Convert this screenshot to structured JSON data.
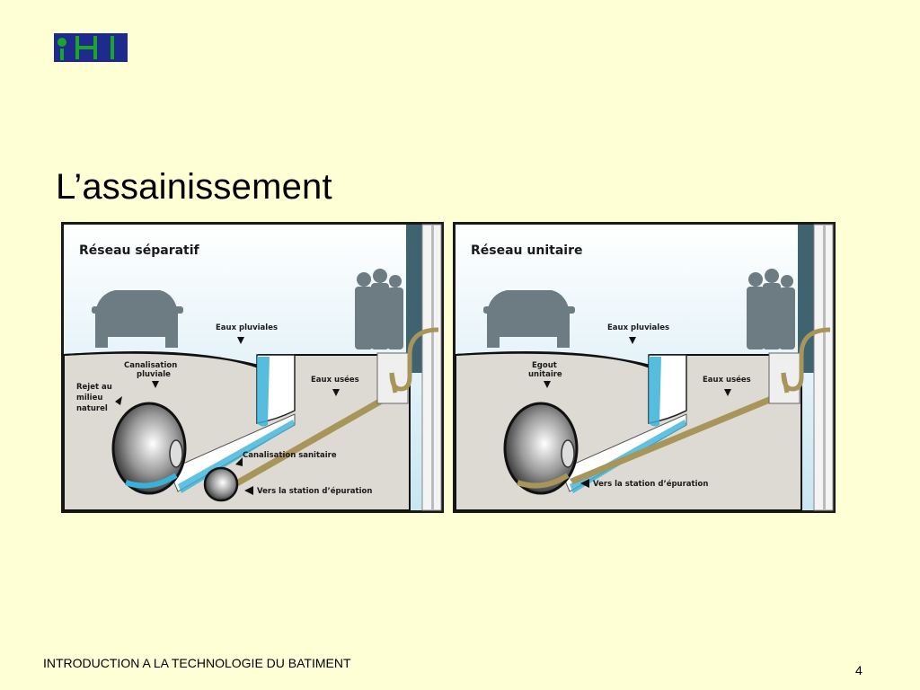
{
  "logo_text": "IHI",
  "title": "L’assainissement",
  "panels": {
    "separatif": {
      "heading": "Réseau séparatif",
      "eaux_pluviales": "Eaux pluviales",
      "canalisation_pluviale_1": "Canalisation",
      "canalisation_pluviale_2": "pluviale",
      "rejet_1": "Rejet au",
      "rejet_2": "milieu",
      "rejet_3": "naturel",
      "eaux_usees": "Eaux usées",
      "canalisation_sanitaire": "Canalisation sanitaire",
      "vers_station": "Vers la station d’épuration"
    },
    "unitaire": {
      "heading": "Réseau unitaire",
      "eaux_pluviales": "Eaux pluviales",
      "egout_1": "Egout",
      "egout_2": "unitaire",
      "eaux_usees": "Eaux usées",
      "vers_station": "Vers la station d’épuration"
    }
  },
  "footer": "INTRODUCTION A LA TECHNOLOGIE DU BATIMENT",
  "page_number": "4",
  "colors": {
    "background": "#ffffd6",
    "logo_bg": "#1e2a8c",
    "logo_accent": "#1aa52a",
    "sky": "#d9eef5",
    "ground": "#dcdad3",
    "water": "#38b2d8",
    "sewer": "#a8955a"
  }
}
